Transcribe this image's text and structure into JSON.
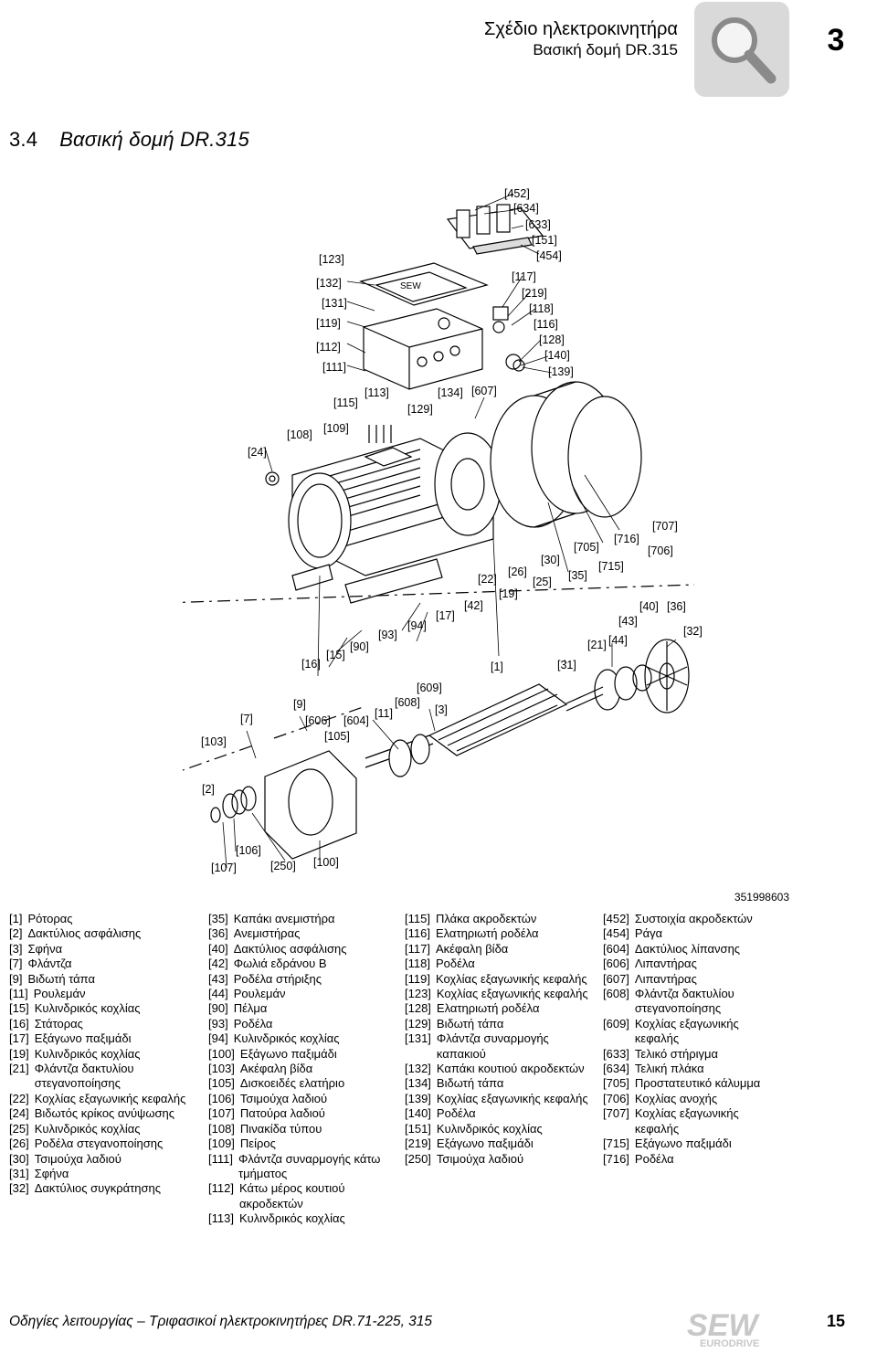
{
  "header": {
    "title": "Σχέδιο ηλεκτροκινητήρα",
    "subtitle": "Βασική δομή DR.315",
    "chapter": "3",
    "tab_icon": "magnifier-icon"
  },
  "section": {
    "number": "3.4",
    "title": "Βασική δομή DR.315"
  },
  "figure": {
    "id": "351998603",
    "callouts": {
      "c452": "[452]",
      "c634": "[634]",
      "c633": "[633]",
      "c151": "[151]",
      "c454": "[454]",
      "c123": "[123]",
      "c132": "[132]",
      "c131": "[131]",
      "c119": "[119]",
      "c112": "[112]",
      "c111": "[111]",
      "c117": "[117]",
      "c219": "[219]",
      "c118": "[118]",
      "c116": "[116]",
      "c128": "[128]",
      "c140": "[140]",
      "c139": "[139]",
      "c113": "[113]",
      "c115": "[115]",
      "c134": "[134]",
      "c607": "[607]",
      "c129": "[129]",
      "c108": "[108]",
      "c109": "[109]",
      "c24": "[24]",
      "c707": "[707]",
      "c716": "[716]",
      "c705": "[705]",
      "c706": "[706]",
      "c30": "[30]",
      "c715": "[715]",
      "c26": "[26]",
      "c35": "[35]",
      "c22": "[22]",
      "c25": "[25]",
      "c19": "[19]",
      "c40": "[40]",
      "c36": "[36]",
      "c42": "[42]",
      "c17": "[17]",
      "c43": "[43]",
      "c32": "[32]",
      "c94": "[94]",
      "c93": "[93]",
      "c21": "[21]",
      "c44": "[44]",
      "c90": "[90]",
      "c15": "[15]",
      "c16": "[16]",
      "c1": "[1]",
      "c31": "[31]",
      "c609": "[609]",
      "c9": "[9]",
      "c608": "[608]",
      "c11": "[11]",
      "c3": "[3]",
      "c7": "[7]",
      "c606": "[606]",
      "c604": "[604]",
      "c105": "[105]",
      "c103": "[103]",
      "c2": "[2]",
      "c106": "[106]",
      "c107": "[107]",
      "c250": "[250]",
      "c100": "[100]"
    }
  },
  "legend": {
    "col1": [
      {
        "k": "[1]",
        "v": "Ρότορας"
      },
      {
        "k": "[2]",
        "v": "Δακτύλιος ασφάλισης"
      },
      {
        "k": "[3]",
        "v": "Σφήνα"
      },
      {
        "k": "[7]",
        "v": "Φλάντζα"
      },
      {
        "k": "[9]",
        "v": "Βιδωτή τάπα"
      },
      {
        "k": "[11]",
        "v": "Ρουλεμάν"
      },
      {
        "k": "[15]",
        "v": "Κυλινδρικός κοχλίας"
      },
      {
        "k": "[16]",
        "v": "Στάτορας"
      },
      {
        "k": "[17]",
        "v": "Εξάγωνο παξιμάδι"
      },
      {
        "k": "[19]",
        "v": "Κυλινδρικός κοχλίας"
      },
      {
        "k": "[21]",
        "v": "Φλάντζα δακτυλίου στεγανοποίησης"
      },
      {
        "k": "[22]",
        "v": "Κοχλίας εξαγωνικής κεφαλής"
      },
      {
        "k": "[24]",
        "v": "Βιδωτός κρίκος ανύψωσης"
      },
      {
        "k": "[25]",
        "v": "Κυλινδρικός κοχλίας"
      },
      {
        "k": "[26]",
        "v": "Ροδέλα στεγανοποίησης"
      },
      {
        "k": "[30]",
        "v": "Τσιμούχα λαδιού"
      },
      {
        "k": "[31]",
        "v": "Σφήνα"
      },
      {
        "k": "[32]",
        "v": "Δακτύλιος συγκράτησης"
      }
    ],
    "col2": [
      {
        "k": "[35]",
        "v": "Καπάκι ανεμιστήρα"
      },
      {
        "k": "[36]",
        "v": "Ανεμιστήρας"
      },
      {
        "k": "[40]",
        "v": "Δακτύλιος ασφάλισης"
      },
      {
        "k": "[42]",
        "v": "Φωλιά εδράνου B"
      },
      {
        "k": "[43]",
        "v": "Ροδέλα στήριξης"
      },
      {
        "k": "[44]",
        "v": "Ρουλεμάν"
      },
      {
        "k": "[90]",
        "v": "Πέλμα"
      },
      {
        "k": "[93]",
        "v": "Ροδέλα"
      },
      {
        "k": "[94]",
        "v": "Κυλινδρικός κοχλίας"
      },
      {
        "k": "[100]",
        "v": "Εξάγωνο παξιμάδι"
      },
      {
        "k": "[103]",
        "v": "Ακέφαλη βίδα"
      },
      {
        "k": "[105]",
        "v": "Δισκοειδές ελατήριο"
      },
      {
        "k": "[106]",
        "v": "Τσιμούχα λαδιού"
      },
      {
        "k": "[107]",
        "v": "Πατούρα λαδιού"
      },
      {
        "k": "[108]",
        "v": "Πινακίδα τύπου"
      },
      {
        "k": "[109]",
        "v": "Πείρος"
      },
      {
        "k": "[111]",
        "v": "Φλάντζα συναρμογής κάτω τμήματος"
      },
      {
        "k": "[112]",
        "v": "Κάτω μέρος κουτιού ακροδεκτών"
      },
      {
        "k": "[113]",
        "v": "Κυλινδρικός κοχλίας"
      }
    ],
    "col3": [
      {
        "k": "[115]",
        "v": "Πλάκα ακροδεκτών"
      },
      {
        "k": "[116]",
        "v": "Ελατηριωτή ροδέλα"
      },
      {
        "k": "[117]",
        "v": "Ακέφαλη βίδα"
      },
      {
        "k": "[118]",
        "v": "Ροδέλα"
      },
      {
        "k": "[119]",
        "v": "Κοχλίας εξαγωνικής κεφαλής"
      },
      {
        "k": "[123]",
        "v": "Κοχλίας εξαγωνικής κεφαλής"
      },
      {
        "k": "[128]",
        "v": "Ελατηριωτή ροδέλα"
      },
      {
        "k": "[129]",
        "v": "Βιδωτή τάπα"
      },
      {
        "k": "[131]",
        "v": "Φλάντζα συναρμογής καπακιού"
      },
      {
        "k": "[132]",
        "v": "Καπάκι κουτιού ακροδεκτών"
      },
      {
        "k": "[134]",
        "v": "Βιδωτή τάπα"
      },
      {
        "k": "[139]",
        "v": "Κοχλίας εξαγωνικής κεφαλής"
      },
      {
        "k": "[140]",
        "v": "Ροδέλα"
      },
      {
        "k": "[151]",
        "v": "Κυλινδρικός κοχλίας"
      },
      {
        "k": "[219]",
        "v": "Εξάγωνο παξιμάδι"
      },
      {
        "k": "[250]",
        "v": "Τσιμούχα λαδιού"
      }
    ],
    "col4": [
      {
        "k": "[452]",
        "v": "Συστοιχία ακροδεκτών"
      },
      {
        "k": "[454]",
        "v": "Ράγα"
      },
      {
        "k": "[604]",
        "v": "Δακτύλιος λίπανσης"
      },
      {
        "k": "[606]",
        "v": "Λιπαντήρας"
      },
      {
        "k": "[607]",
        "v": "Λιπαντήρας"
      },
      {
        "k": "[608]",
        "v": "Φλάντζα δακτυλίου στεγανοποίησης"
      },
      {
        "k": "[609]",
        "v": "Κοχλίας εξαγωνικής κεφαλής"
      },
      {
        "k": "[633]",
        "v": "Τελικό στήριγμα"
      },
      {
        "k": "[634]",
        "v": "Τελική πλάκα"
      },
      {
        "k": "[705]",
        "v": "Προστατευτικό κάλυμμα"
      },
      {
        "k": "[706]",
        "v": "Κοχλίας ανοχής"
      },
      {
        "k": "[707]",
        "v": "Κοχλίας εξαγωνικής κεφαλής"
      },
      {
        "k": "[715]",
        "v": "Εξάγωνο παξιμάδι"
      },
      {
        "k": "[716]",
        "v": "Ροδέλα"
      }
    ]
  },
  "footer": {
    "text": "Οδηγίες λειτουργίας – Τριφασικοί ηλεκτροκινητήρες DR.71-225, 315",
    "page": "15",
    "logo_text": "SEW",
    "logo_subtext": "EURODRIVE"
  }
}
